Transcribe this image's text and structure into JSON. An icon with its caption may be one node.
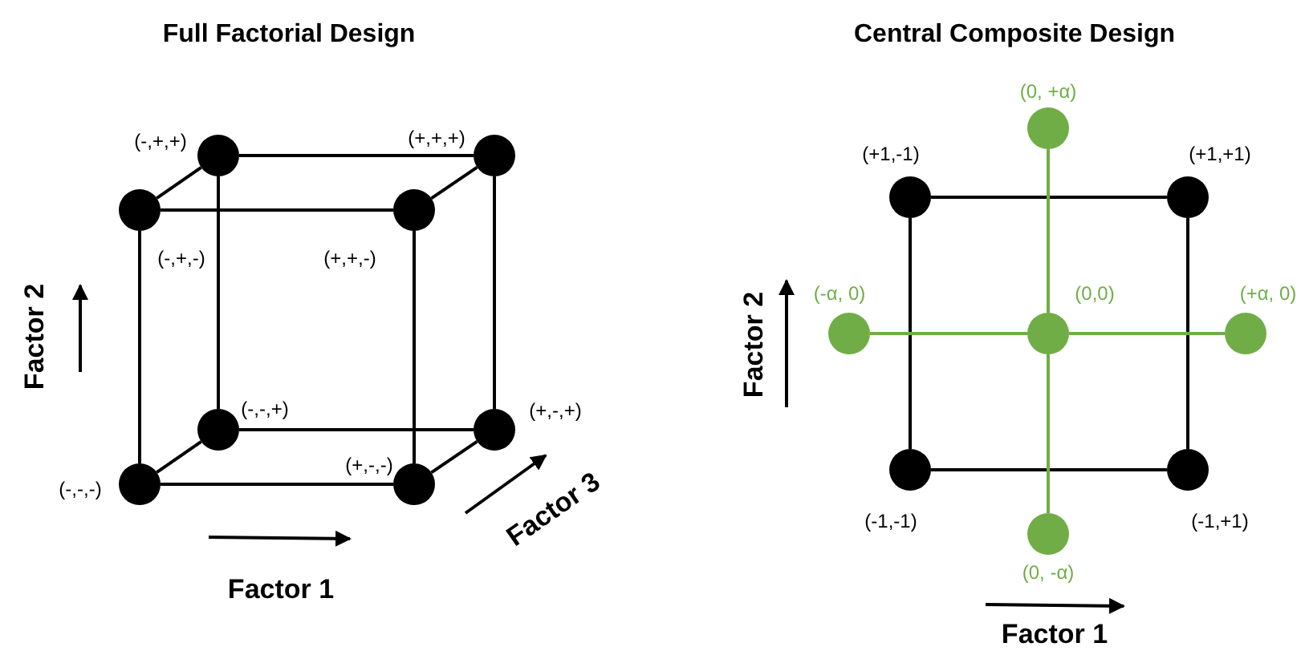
{
  "diagram": {
    "nodes": [
      {
        "text": [],
        "shape": "circle",
        "beside": [
          "(-,+,+)"
        ]
      },
      {
        "text": [],
        "shape": "circle",
        "beside": [
          "(+,+,+)"
        ]
      },
      {
        "text": [],
        "shape": "circle",
        "beside": [
          "(-,+,-)"
        ]
      },
      {
        "text": [],
        "shape": "circle",
        "beside": [
          "(+,+,-)"
        ]
      },
      {
        "text": [],
        "shape": "circle",
        "beside": [
          "(-,-,+)"
        ]
      },
      {
        "text": [],
        "shape": "circle",
        "beside": [
          "(+,-,+)"
        ]
      },
      {
        "text": [],
        "shape": "circle",
        "beside": [
          "(-,-,-)"
        ]
      },
      {
        "text": [],
        "shape": "circle",
        "beside": [
          "(+,-,-)"
        ]
      },
      {
        "text": [],
        "shape": "circle",
        "beside": [
          "(0, +α)"
        ]
      },
      {
        "text": [],
        "shape": "circle",
        "beside": [
          "(+1,-1)"
        ]
      },
      {
        "text": [],
        "shape": "circle",
        "beside": [
          "(+1,+1)"
        ]
      },
      {
        "text": [],
        "shape": "circle",
        "beside": [
          "(-α, 0)"
        ]
      },
      {
        "text": [],
        "shape": "circle",
        "beside": [
          "(0,0)"
        ]
      },
      {
        "text": [],
        "shape": "circle",
        "beside": [
          "(+α, 0)"
        ]
      },
      {
        "text": [],
        "shape": "circle",
        "beside": [
          "(-1,-1)"
        ]
      },
      {
        "text": [],
        "shape": "circle",
        "beside": [
          "(-1,+1)"
        ]
      },
      {
        "text": [],
        "shape": "circle",
        "beside": [
          "(0, -α)"
        ]
      }
    ],
    "edges": [
      {
        "from": 0,
        "to": 1,
        "arrow": "none"
      },
      {
        "from": 2,
        "to": 3,
        "arrow": "none"
      },
      {
        "from": 0,
        "to": 2,
        "arrow": "none"
      },
      {
        "from": 1,
        "to": 3,
        "arrow": "none"
      },
      {
        "from": 0,
        "to": 4,
        "arrow": "none"
      },
      {
        "from": 1,
        "to": 5,
        "arrow": "none"
      },
      {
        "from": 2,
        "to": 6,
        "arrow": "none"
      },
      {
        "from": 3,
        "to": 7,
        "arrow": "none"
      },
      {
        "from": 4,
        "to": 5,
        "arrow": "none"
      },
      {
        "from": 6,
        "to": 7,
        "arrow": "none"
      },
      {
        "from": 4,
        "to": 6,
        "arrow": "none"
      },
      {
        "from": 5,
        "to": 7,
        "arrow": "none"
      },
      {
        "from": 9,
        "to": 10,
        "arrow": "none"
      },
      {
        "from": 14,
        "to": 15,
        "arrow": "none"
      },
      {
        "from": 9,
        "to": 14,
        "arrow": "none"
      },
      {
        "from": 10,
        "to": 15,
        "arrow": "none"
      },
      {
        "from": 8,
        "to": 12,
        "arrow": "none",
        "color": "#70ad47"
      },
      {
        "from": 12,
        "to": 16,
        "arrow": "none",
        "color": "#70ad47"
      },
      {
        "from": 11,
        "to": 12,
        "arrow": "none",
        "color": "#70ad47"
      },
      {
        "from": 12,
        "to": 13,
        "arrow": "none",
        "color": "#70ad47"
      }
    ],
    "labels": [
      "Full Factorial Design",
      "Central Composite Design",
      "Factor 2",
      "Factor 2",
      "Factor 3",
      "Factor 1",
      "Factor 1"
    ]
  }
}
